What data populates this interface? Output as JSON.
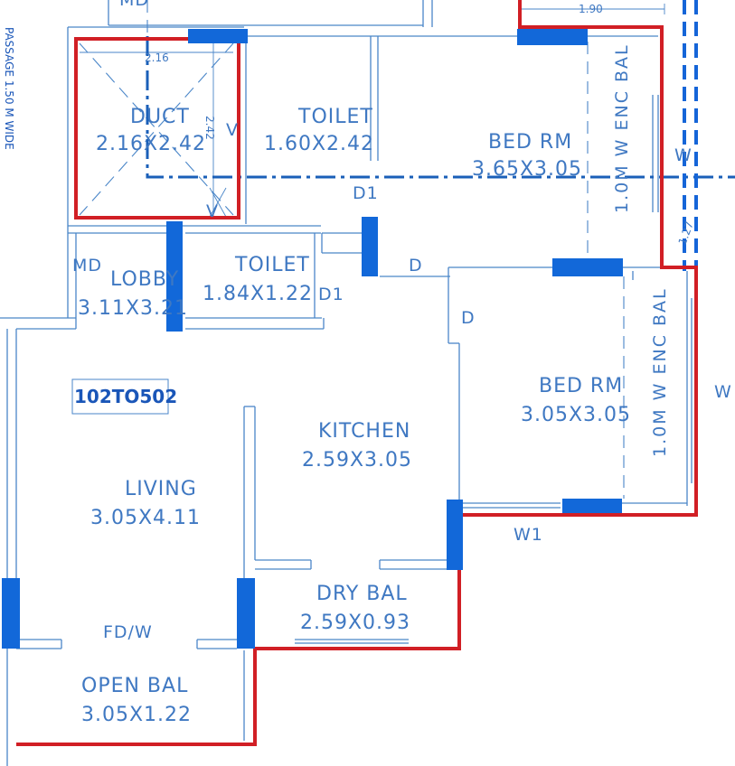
{
  "passage_label": "PASSAGE 1.50 M WIDE",
  "flat_tag": "102TO502",
  "dims": {
    "duct_width": "2.16",
    "duct_height": "2.42",
    "top_right": "1.90",
    "balcony_small": "1.27"
  },
  "rooms": {
    "duct": {
      "name": "DUCT",
      "size": "2.16X2.42"
    },
    "toilet_top": {
      "name": "TOILET",
      "size": "1.60X2.42"
    },
    "bed_top": {
      "name": "BED  RM",
      "size": "3.65X3.05"
    },
    "lobby": {
      "name": "LOBBY",
      "size": "3.11X3.21"
    },
    "toilet_mid": {
      "name": "TOILET",
      "size": "1.84X1.22"
    },
    "kitchen": {
      "name": "KITCHEN",
      "size": "2.59X3.05"
    },
    "bed_right": {
      "name": "BED  RM",
      "size": "3.05X3.05"
    },
    "living": {
      "name": "LIVING",
      "size": "3.05X4.11"
    },
    "dry_bal": {
      "name": "DRY  BAL",
      "size": "2.59X0.93"
    },
    "open_bal": {
      "name": "OPEN  BAL",
      "size": "3.05X1.22"
    }
  },
  "enc_bal": {
    "top": "1.0M  W  ENC  BAL",
    "right": "1.0M  W  ENC  BAL"
  },
  "openings": {
    "md_top": "MD",
    "md": "MD",
    "d1_top": "D1",
    "d1": "D1",
    "d_a": "D",
    "d_b": "D",
    "w_top": "W",
    "w_right": "W",
    "w1": "W1",
    "fd_w": "FD/W",
    "v_top": "V",
    "v_bottom": "V"
  }
}
